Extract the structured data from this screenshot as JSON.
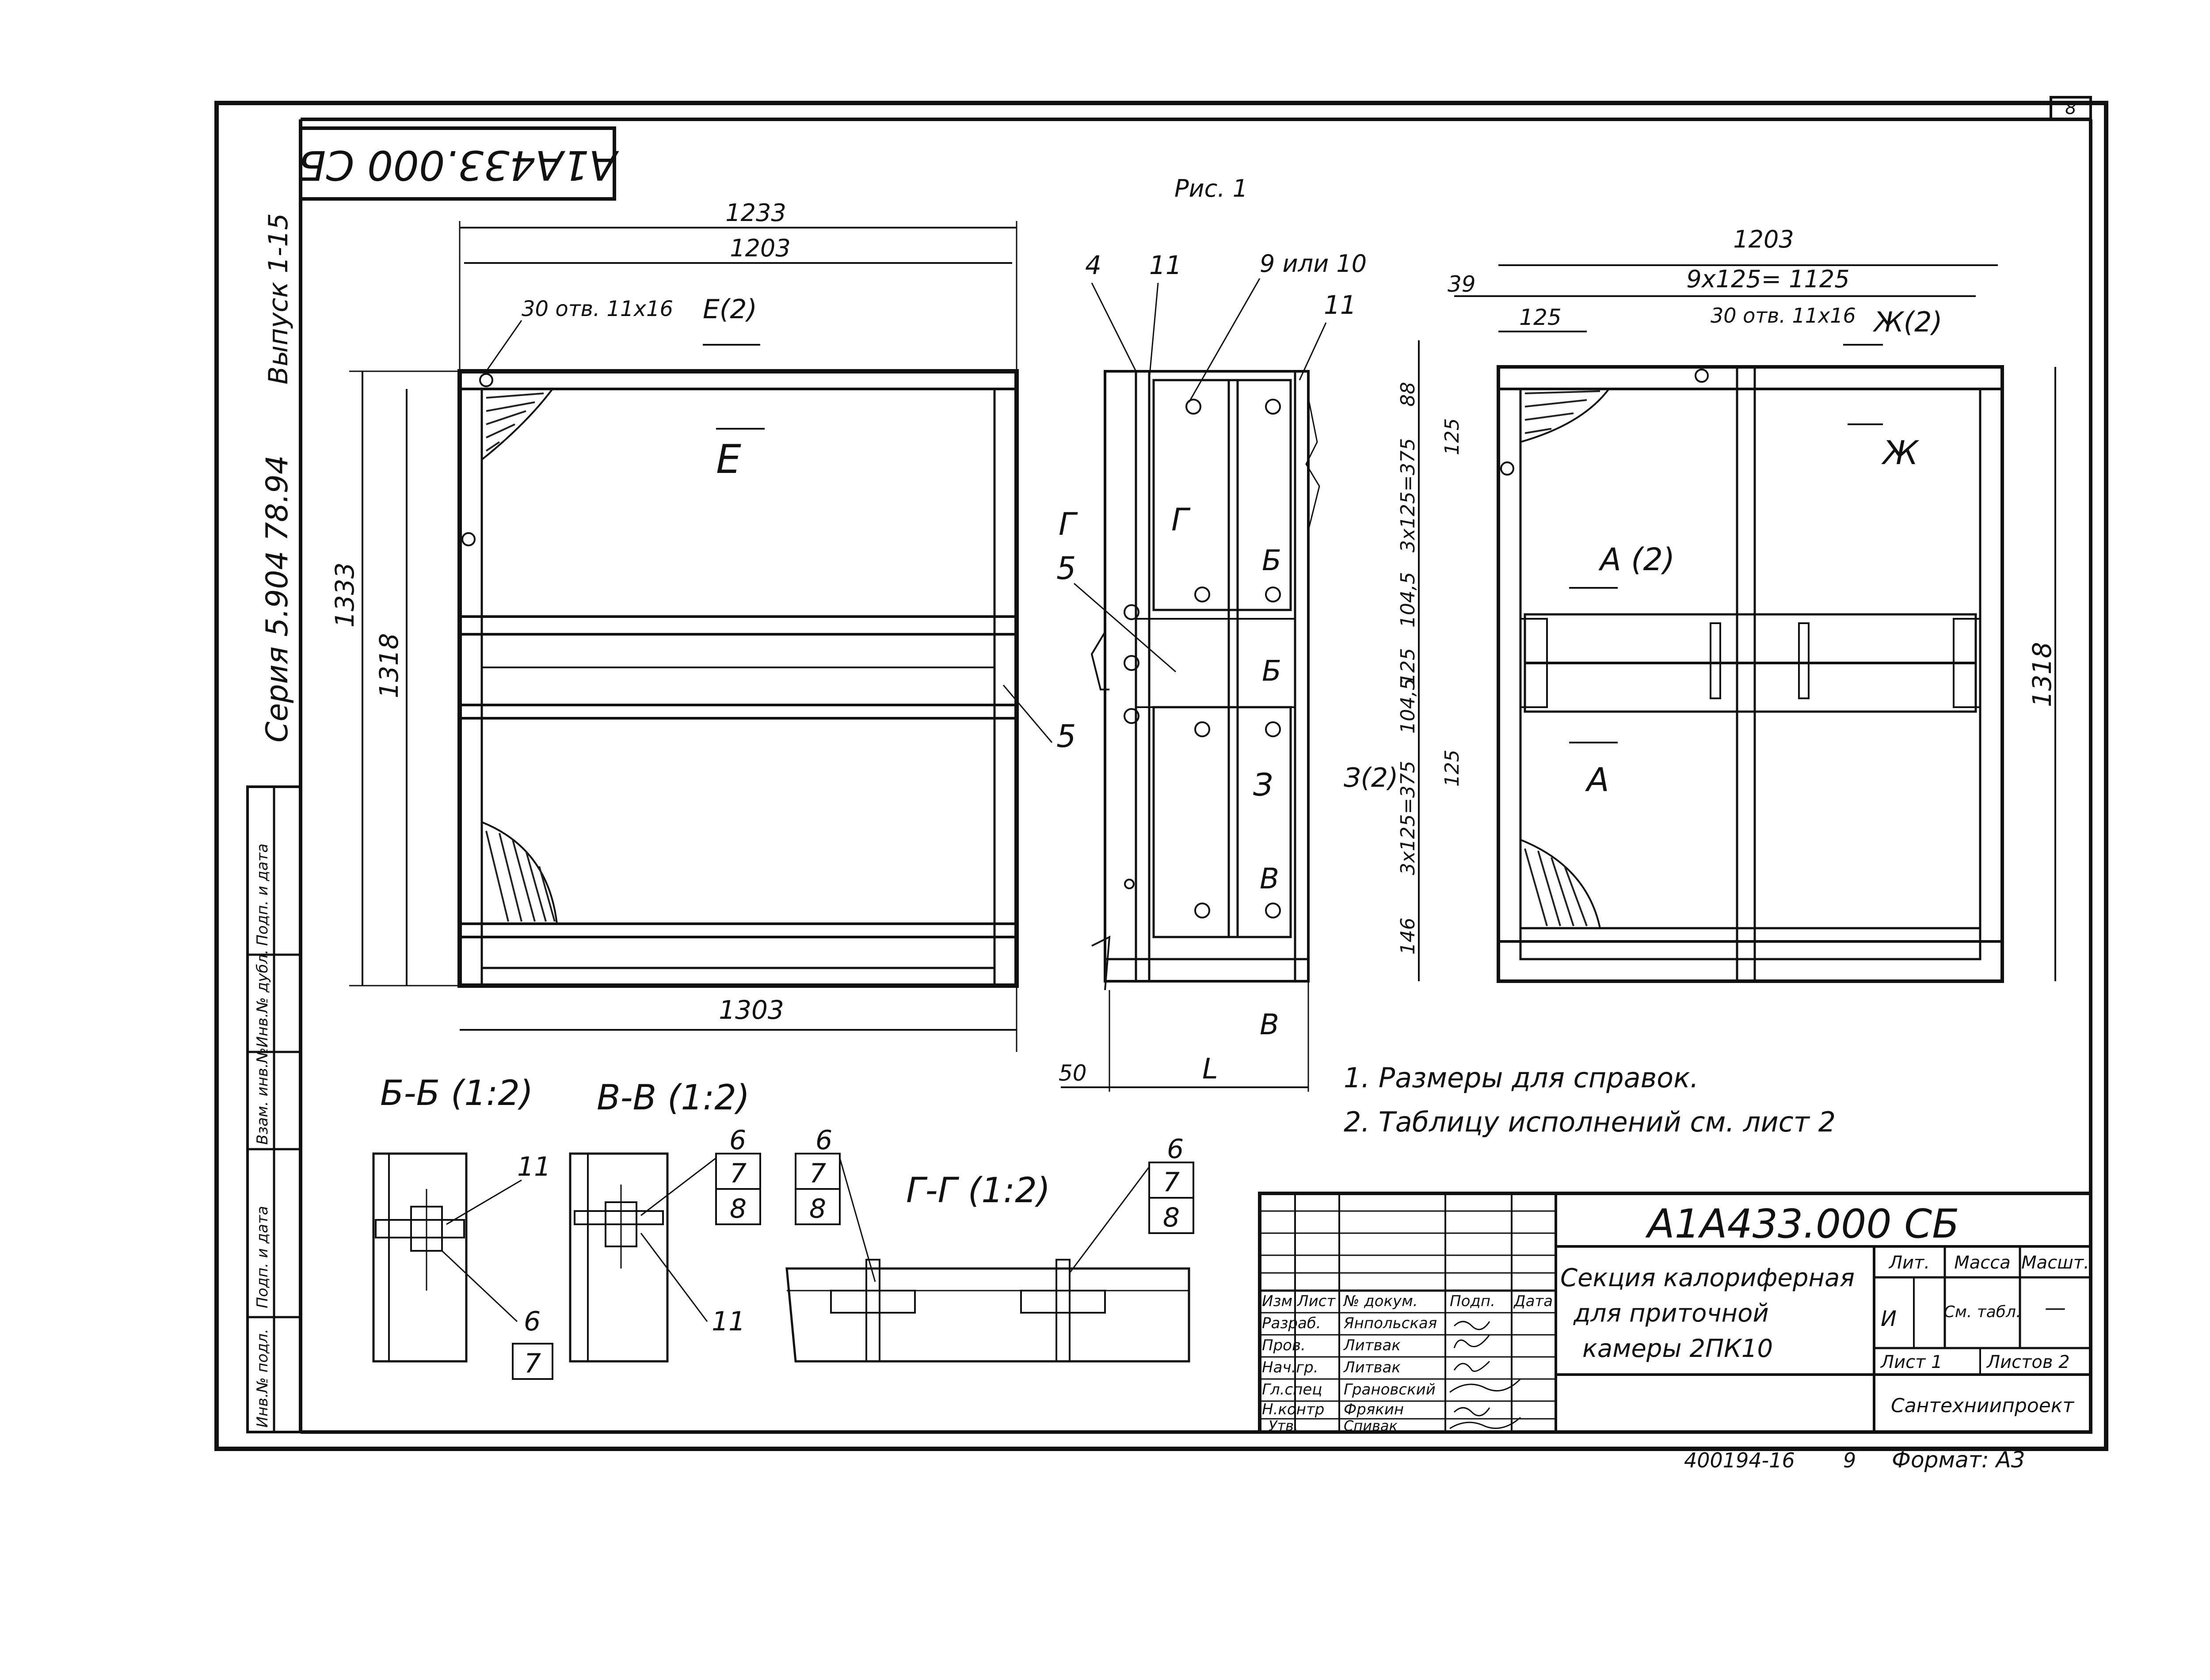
{
  "sheet_number": "8",
  "doc_code_rotated": "А1А433.000 СБ",
  "side_strip": {
    "series": "Серия 5.904 78.94",
    "issue": "Выпуск 1-15"
  },
  "side_stamp_cells": [
    "Подп. и дата",
    "Инв.№ дубл.",
    "Взам. инв.№",
    "Подп. и дата",
    "Инв.№ подл."
  ],
  "figure_label": "Рис. 1",
  "front_view": {
    "dim_1233": "1233",
    "dim_1203": "1203",
    "dim_1303": "1303",
    "dim_1333": "1333",
    "dim_1318": "1318",
    "holes_note": "30 отв. 11х16",
    "section_E2": "Е(2)",
    "section_E": "Е",
    "callout_5": "5"
  },
  "side_view": {
    "callout_4": "4",
    "callout_11a": "11",
    "callout_9or10": "9 или 10",
    "callout_11b": "11",
    "callout_5": "5",
    "sec_G": "Г",
    "sec_G2": "Г",
    "sec_B": "Б",
    "sec_B2": "Б",
    "sec_Z": "З",
    "sec_Z2": "З(2)",
    "sec_V": "В",
    "sec_V2": "В",
    "dim_50": "50",
    "dim_L": "L"
  },
  "right_view": {
    "dim_1203": "1203",
    "dim_9x125": "9х125= 1125",
    "dim_39": "39",
    "dim_125": "125",
    "holes_note": "30 отв. 11х16",
    "section_Zh2": "Ж(2)",
    "section_Zh": "Ж",
    "section_A2": "А (2)",
    "section_A": "А",
    "dim_88": "88",
    "dim_125a": "125",
    "dim_3x125_top": "3х125=375",
    "dim_1045a": "104,5",
    "dim_125b": "125",
    "dim_1045b": "104,5",
    "dim_125c": "125",
    "dim_3x125_bot": "3х125=375",
    "dim_146": "146",
    "dim_1318": "1318"
  },
  "sections": {
    "bb_title": "Б-Б (1:2)",
    "vv_title": "В-В (1:2)",
    "gg_title": "Г-Г (1:2)",
    "bb_callout_11": "11",
    "bb_callout_6": "6",
    "bb_callout_7": "7",
    "vv_callout_6": "6",
    "vv_callout_7": "7",
    "vv_callout_8": "8",
    "vv_callout_11": "11",
    "gg_left_6": "6",
    "gg_left_7": "7",
    "gg_left_8": "8",
    "gg_right_6": "6",
    "gg_right_7": "7",
    "gg_right_8": "8"
  },
  "notes": [
    "1. Размеры для справок.",
    "2. Таблицу исполнений см. лист 2"
  ],
  "title_block": {
    "doc_code": "А1А433.000 СБ",
    "title_line1": "Секция калориферная",
    "title_line2": "для приточной",
    "title_line3": "камеры 2ПК10",
    "header_izm": "Изм",
    "header_list": "Лист",
    "header_ndok": "№ докум.",
    "header_podp": "Подп.",
    "header_data": "Дата",
    "roles": [
      {
        "role": "Разраб.",
        "name": "Янпольская"
      },
      {
        "role": "Пров.",
        "name": "Литвак"
      },
      {
        "role": "Нач.гр.",
        "name": "Литвак"
      },
      {
        "role": "Гл.спец",
        "name": "Грановский"
      },
      {
        "role": "Н.контр",
        "name": "Фрякин"
      },
      {
        "role": "Утв.",
        "name": "Спивак"
      }
    ],
    "lit_header": "Лит.",
    "mass_header": "Масса",
    "scale_header": "Масшт.",
    "lit_value": "И",
    "mass_value": "См. табл.",
    "scale_value": "—",
    "sheet_label": "Лист 1",
    "sheets_label": "Листов 2",
    "organization": "Сантехниипроект"
  },
  "footer": {
    "archive_number": "400194-16",
    "page": "9",
    "format": "Формат: А3"
  }
}
